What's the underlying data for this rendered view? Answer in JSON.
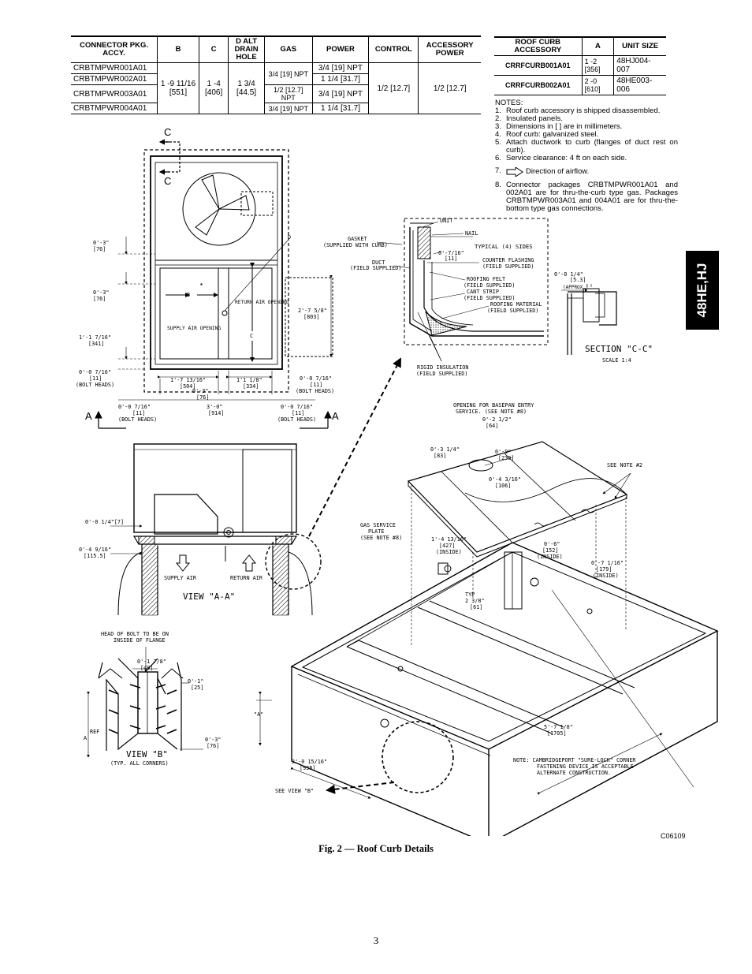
{
  "connector_table": {
    "headers": [
      "CONNECTOR PKG. ACCY.",
      "B",
      "C",
      "D ALT DRAIN HOLE",
      "GAS",
      "POWER",
      "CONTROL",
      "ACCESSORY POWER"
    ],
    "rows": [
      {
        "pkg": "CRBTMPWR001A01",
        "gas": "3/4 [19] NPT",
        "power": "3/4 [19] NPT"
      },
      {
        "pkg": "CRBTMPWR002A01",
        "gas": "",
        "power": "1 1/4 [31.7]"
      },
      {
        "pkg": "CRBTMPWR003A01",
        "gas": "1/2 [12.7] NPT",
        "power": "3/4 [19] NPT"
      },
      {
        "pkg": "CRBTMPWR004A01",
        "gas": "3/4 [19] NPT",
        "power": "1 1/4 [31.7]"
      }
    ],
    "b": "1 -9 11/16 [551]",
    "c": "1 -4 [406]",
    "d": "1 3/4 [44.5]",
    "control": "1/2 [12.7]",
    "accessory_power": "1/2 [12.7]"
  },
  "curb_table": {
    "headers": [
      "ROOF CURB ACCESSORY",
      "A",
      "UNIT SIZE"
    ],
    "rows": [
      {
        "accessory": "CRRFCURB001A01",
        "a_ft": "1 -2",
        "a_mm": "[356]",
        "unit_size": "48HJ004-007"
      },
      {
        "accessory": "CRRFCURB002A01",
        "a_ft": "2 -0",
        "a_mm": "[610]",
        "unit_size": "48HE003-006"
      }
    ]
  },
  "notes": {
    "title": "NOTES:",
    "items": [
      "Roof curb accessory is shipped disassembled.",
      "Insulated panels.",
      "Dimensions in [   ] are in millimeters.",
      "Roof curb: galvanized steel.",
      "Attach ductwork to curb (flanges of duct rest on curb).",
      "Service clearance: 4 ft on each side.",
      "Direction of airflow.",
      "Connector packages CRBTMPWR001A01 and 002A01 are for thru-the-curb type gas. Packages CRBTMPWR003A01 and 004A01 are for thru-the-bottom type gas connections."
    ]
  },
  "side_tab": "48HE,HJ",
  "drawing": {
    "section_marker": "C",
    "view_marker": "A",
    "top_view": {
      "dim_left_1": "0'-3\"",
      "dim_left_1_mm": "[76]",
      "dim_left_2": "0'-3\"",
      "dim_left_2_mm": "[76]",
      "dim_left_3": "1'-1 7/16\"",
      "dim_left_3_mm": "[341]",
      "dim_left_4": "0'-0 7/16\"",
      "dim_left_4_mm": "[11]",
      "dim_left_4_note": "(BOLT HEADS)",
      "b": "B",
      "c": "C",
      "d": "D",
      "return_air": "RETURN AIR OPENING",
      "supply_air": "SUPPLY AIR OPENING",
      "dim_right": "2'-7 5/8\"",
      "dim_right_mm": "[803]",
      "dim_right_bolt": "0'-0 7/16\"",
      "dim_right_bolt_mm": "[11]",
      "dim_right_bolt_note": "(BOLT HEADS)",
      "dim_bottom_1": "1'-7 13/16\"",
      "dim_bottom_1_mm": "[504]",
      "dim_bottom_2": "0'-3\"",
      "dim_bottom_2_mm": "[76]",
      "dim_bottom_3": "1'1 1/8\"",
      "dim_bottom_3_mm": "[334]",
      "dim_bottom_left": "0'-0 7/16\"",
      "dim_bottom_left_mm": "[11]",
      "dim_bottom_left_note": "(BOLT HEADS)",
      "dim_bottom_total": "3'-0\"",
      "dim_bottom_total_mm": "[914]",
      "dim_bottom_right": "0'-0 7/16\"",
      "dim_bottom_right_mm": "[11]",
      "dim_bottom_right_note": "(BOLT HEADS)"
    },
    "detail": {
      "unit": "UNIT",
      "nail": "NAIL",
      "gasket": "GASKET",
      "gasket_note": "(SUPPLIED WITH CURB)",
      "typical": "TYPICAL (4) SIDES",
      "flange": "0'-7/16\"",
      "flange_mm": "[11]",
      "duct": "DUCT",
      "duct_note": "(FIELD SUPPLIED)",
      "counter": "COUNTER FLASHING",
      "counter_note": "(FIELD SUPPLIED)",
      "felt": "ROOFING FELT",
      "felt_note": "(FIELD SUPPLIED)",
      "cant": "CANT STRIP",
      "cant_note": "(FIELD SUPPLIED)",
      "roofing": "ROOFING MATERIAL",
      "roofing_note": "(FIELD SUPPLIED)",
      "insulation": "RIGID INSULATION",
      "insulation_note": "(FIELD SUPPLIED)"
    },
    "section_cc": {
      "dim": "0'-0 1/4\"",
      "dim_mm": "[5.3]",
      "approx": "(APPROX.)",
      "title": "SECTION \"C-C\"",
      "scale": "SCALE 1:4"
    },
    "view_aa": {
      "title": "VIEW \"A-A\"",
      "dim_1": "0'-0 1/4\"[7]",
      "dim_2": "0'-4 9/16\"",
      "dim_2_mm": "[115.5]",
      "supply": "SUPPLY AIR",
      "return": "RETURN AIR"
    },
    "curb_iso": {
      "basepan": "OPENING FOR BASEPAN ENTRY",
      "basepan_note": "SERVICE. (SEE NOTE #8)",
      "d1": "0'-2 1/2\"",
      "d1_mm": "[64]",
      "d2": "0'-3 1/4\"",
      "d2_mm": "[83]",
      "d3": "0'-9\"",
      "d3_mm": "[230]",
      "d4": "0'-4 3/16\"",
      "d4_mm": "[106]",
      "see_note2": "SEE NOTE #2",
      "gas_plate": "GAS SERVICE",
      "gas_plate_2": "PLATE",
      "gas_plate_note": "(SEE NOTE #8)",
      "d5": "1'-4 13/16\"",
      "d5_mm": "[427]",
      "d5_note": "(INSIDE)",
      "d6": "0'-6\"",
      "d6_mm": "[152]",
      "d6_note": "(INSIDE)",
      "d7": "0'-7 1/16\"",
      "d7_mm": "[179]",
      "d7_note": "(INSIDE)",
      "typ": "TYP",
      "typ_dim": "2 3/8\"",
      "typ_mm": "[61]",
      "a_label": "\"A\"",
      "d8": "5'-7 1/8\"",
      "d8_mm": "[1705]",
      "d9": "3'-0 15/16\"",
      "d9_mm": "[938]",
      "note_1": "NOTE: CAMBRIDGEPORT \"SURE-LOCK\" CORNER",
      "note_2": "FASTENING DEVICE IS ACCEPTABLE",
      "note_3": "ALTERNATE CONSTRUCTION.",
      "see_view_b": "SEE VIEW \"B\""
    },
    "view_b": {
      "head_1": "HEAD OF BOLT TO BE ON",
      "head_2": "INSIDE OF FLANGE",
      "d1": "0'-1 7/8\"",
      "d1_mm": "[48]",
      "d2": "0'-1\"",
      "d2_mm": "[25]",
      "d3": "0'-3\"",
      "d3_mm": "[76]",
      "ref": "REF",
      "a": "A",
      "title": "VIEW \"B\"",
      "subtitle": "(TYP. ALL CORNERS)"
    }
  },
  "figure": {
    "caption": "Fig. 2 — Roof Curb Details",
    "code": "C06109"
  },
  "page_number": "3"
}
